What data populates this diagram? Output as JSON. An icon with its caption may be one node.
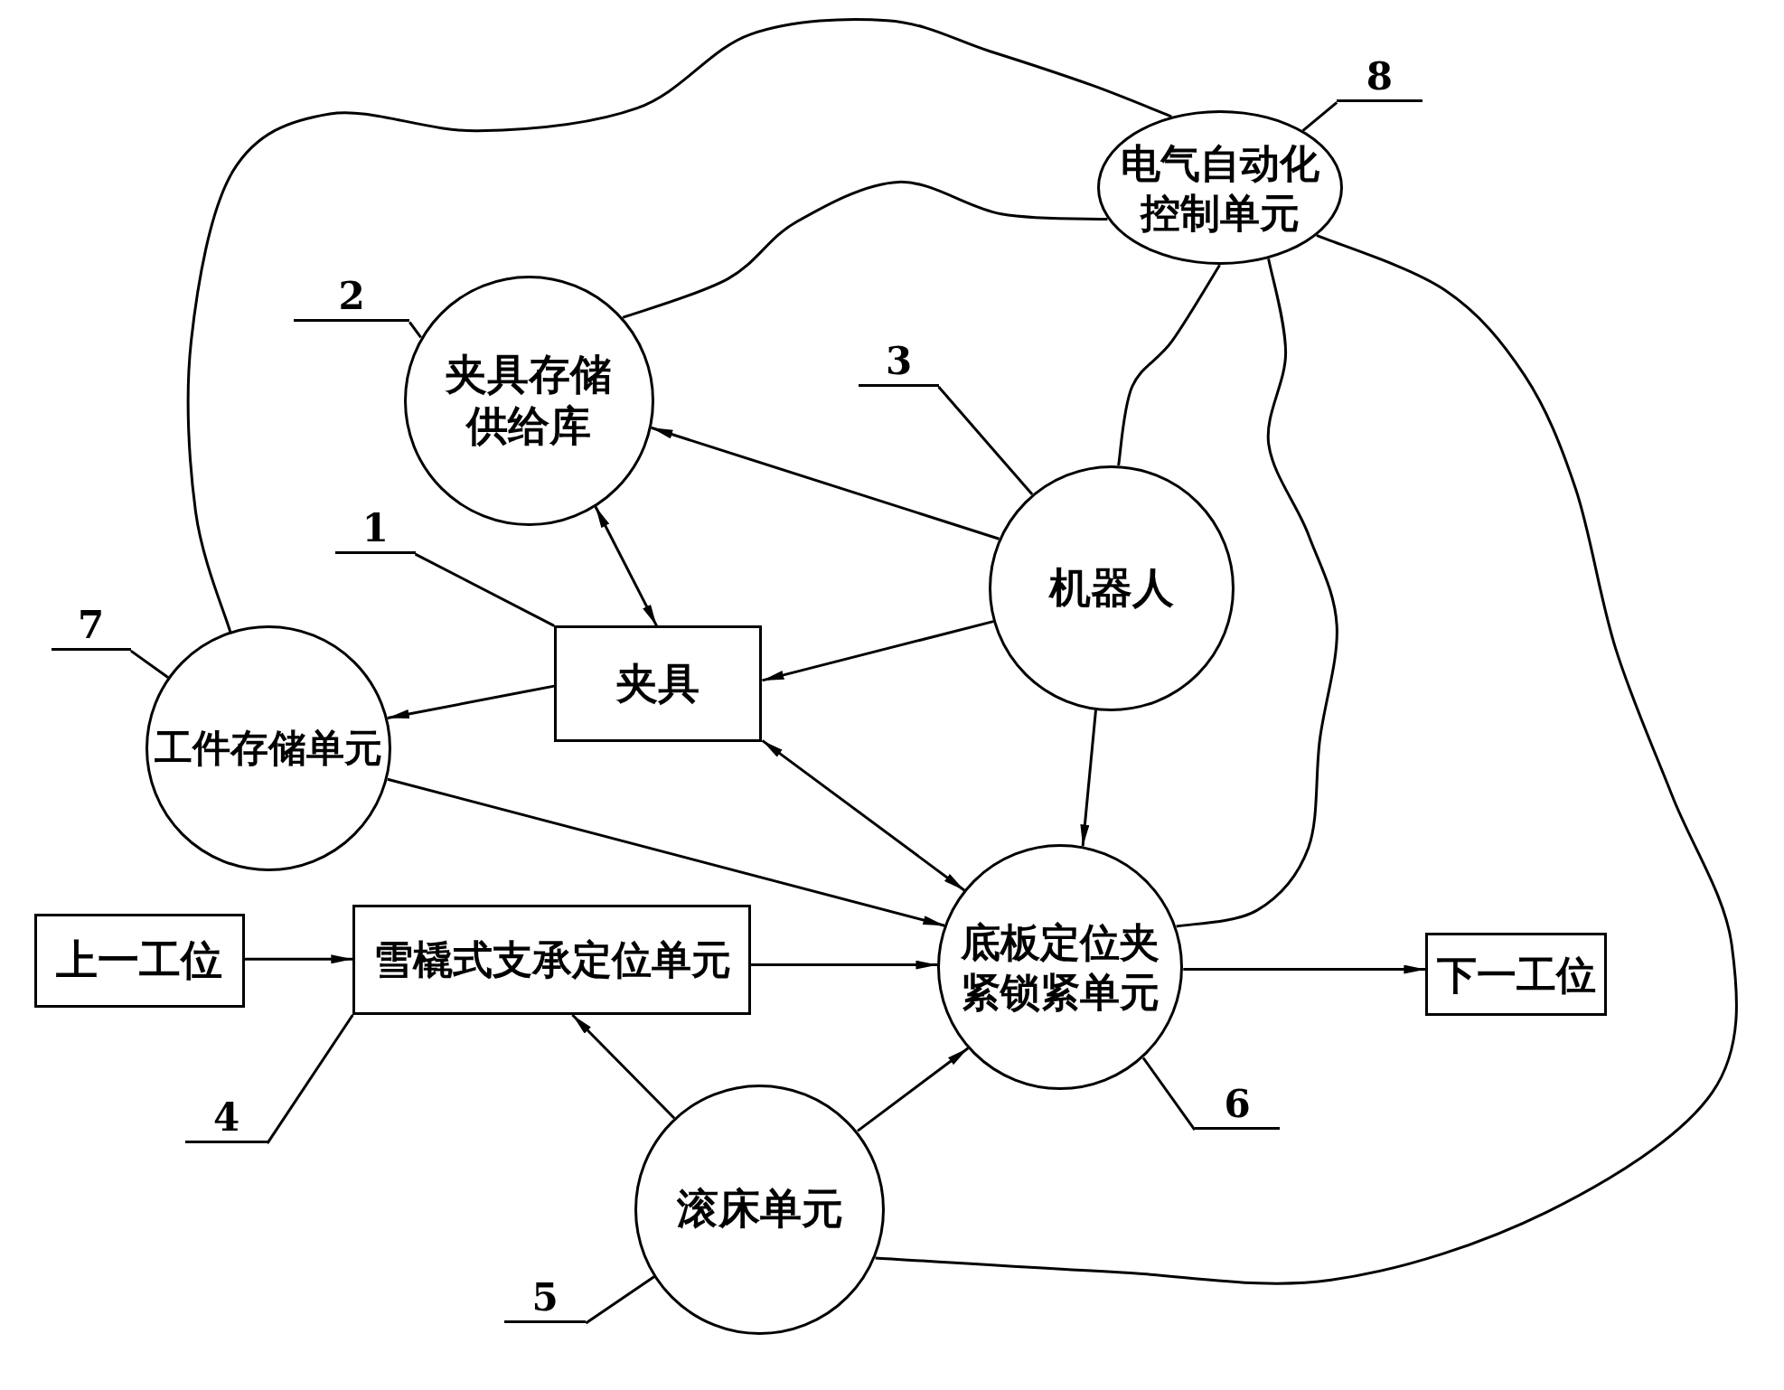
{
  "diagram": {
    "nodes": [
      {
        "text": [
          "电气自动化控制单元"
        ]
      },
      {
        "text": [
          "夹具存储供给库"
        ]
      },
      {
        "text": [
          "机器人"
        ]
      },
      {
        "text": [
          "夹具"
        ]
      },
      {
        "text": [
          "工件存储单元"
        ]
      },
      {
        "text": [
          "上一工位"
        ]
      },
      {
        "text": [
          "雪橇式支承定位单元"
        ]
      },
      {
        "text": [
          "底板定位夹紧锁紧单元"
        ]
      },
      {
        "text": [
          "下一工位"
        ]
      },
      {
        "text": [
          "滚床单元"
        ]
      },
      {
        "text": [
          "1"
        ]
      },
      {
        "text": [
          "2"
        ]
      },
      {
        "text": [
          "3"
        ]
      },
      {
        "text": [
          "4"
        ]
      },
      {
        "text": [
          "5"
        ]
      },
      {
        "text": [
          "6"
        ]
      },
      {
        "text": [
          "7"
        ]
      },
      {
        "text": [
          "8"
        ]
      }
    ],
    "edges": [
      {
        "from": 2,
        "to": 1,
        "arrow": "to"
      },
      {
        "from": 1,
        "to": 3,
        "arrow": "both"
      },
      {
        "from": 2,
        "to": 3,
        "arrow": "to"
      },
      {
        "from": 3,
        "to": 4,
        "arrow": "to"
      },
      {
        "from": 3,
        "to": 7,
        "arrow": "both"
      },
      {
        "from": 2,
        "to": 7,
        "arrow": "to"
      },
      {
        "from": 4,
        "to": 7,
        "arrow": "to"
      },
      {
        "from": 5,
        "to": 6,
        "arrow": "to"
      },
      {
        "from": 6,
        "to": 7,
        "arrow": "to"
      },
      {
        "from": 7,
        "to": 8,
        "arrow": "to"
      },
      {
        "from": 9,
        "to": 6,
        "arrow": "to"
      },
      {
        "from": 9,
        "to": 7,
        "arrow": "to"
      },
      {
        "from": 0,
        "to": 4,
        "arrow": "none"
      },
      {
        "from": 0,
        "to": 1,
        "arrow": "none"
      },
      {
        "from": 0,
        "to": 2,
        "arrow": "none"
      },
      {
        "from": 0,
        "to": 7,
        "arrow": "none"
      },
      {
        "from": 0,
        "to": 9,
        "arrow": "none"
      },
      {
        "from": 10,
        "to": 3,
        "arrow": "none"
      },
      {
        "from": 11,
        "to": 1,
        "arrow": "none"
      },
      {
        "from": 12,
        "to": 2,
        "arrow": "none"
      },
      {
        "from": 13,
        "to": 6,
        "arrow": "none"
      },
      {
        "from": 14,
        "to": 9,
        "arrow": "none"
      },
      {
        "from": 15,
        "to": 7,
        "arrow": "none"
      },
      {
        "from": 16,
        "to": 4,
        "arrow": "none"
      },
      {
        "from": 17,
        "to": 0,
        "arrow": "none"
      }
    ]
  }
}
